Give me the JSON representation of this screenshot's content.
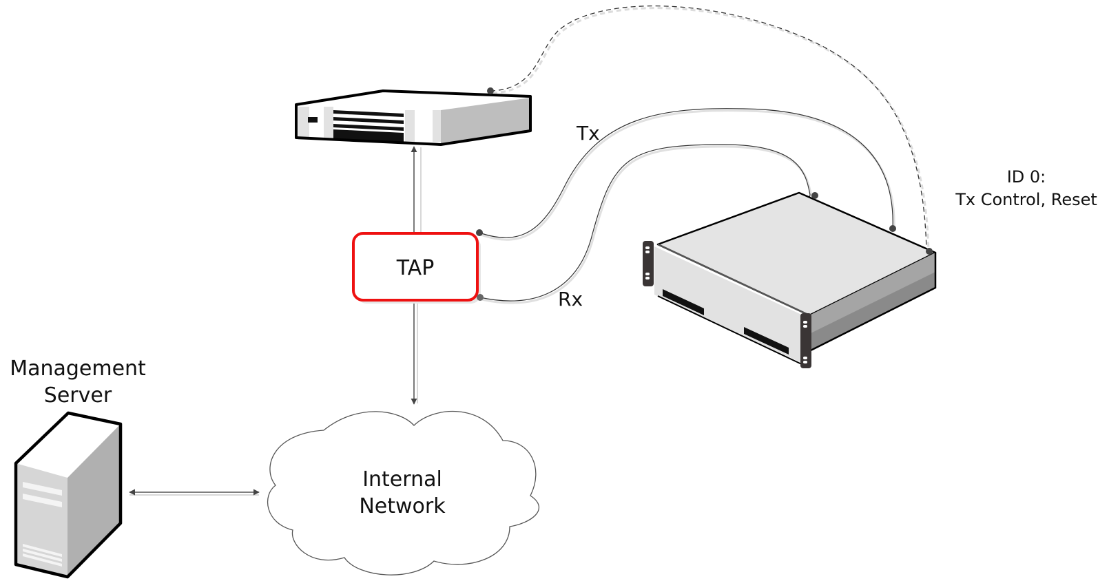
{
  "diagram": {
    "nodes": {
      "switch": {
        "label": ""
      },
      "tap": {
        "label": "TAP",
        "border_color": "#ee1111"
      },
      "appliance": {
        "label": ""
      },
      "management_server": {
        "label_line1": "Management",
        "label_line2": "Server"
      },
      "internal_network": {
        "label_line1": "Internal",
        "label_line2": "Network"
      }
    },
    "connections": {
      "tx": {
        "label": "Tx"
      },
      "rx": {
        "label": "Rx"
      },
      "control": {
        "label_line1": "ID 0:",
        "label_line2": "Tx Control, Reset"
      }
    },
    "colors": {
      "line": "#333333",
      "port_dot": "#444444",
      "device_dark": "#3a3535",
      "device_light": "#e4e4e4",
      "device_mid": "#a8a8a8",
      "device_side": "#bdbdbd"
    }
  }
}
